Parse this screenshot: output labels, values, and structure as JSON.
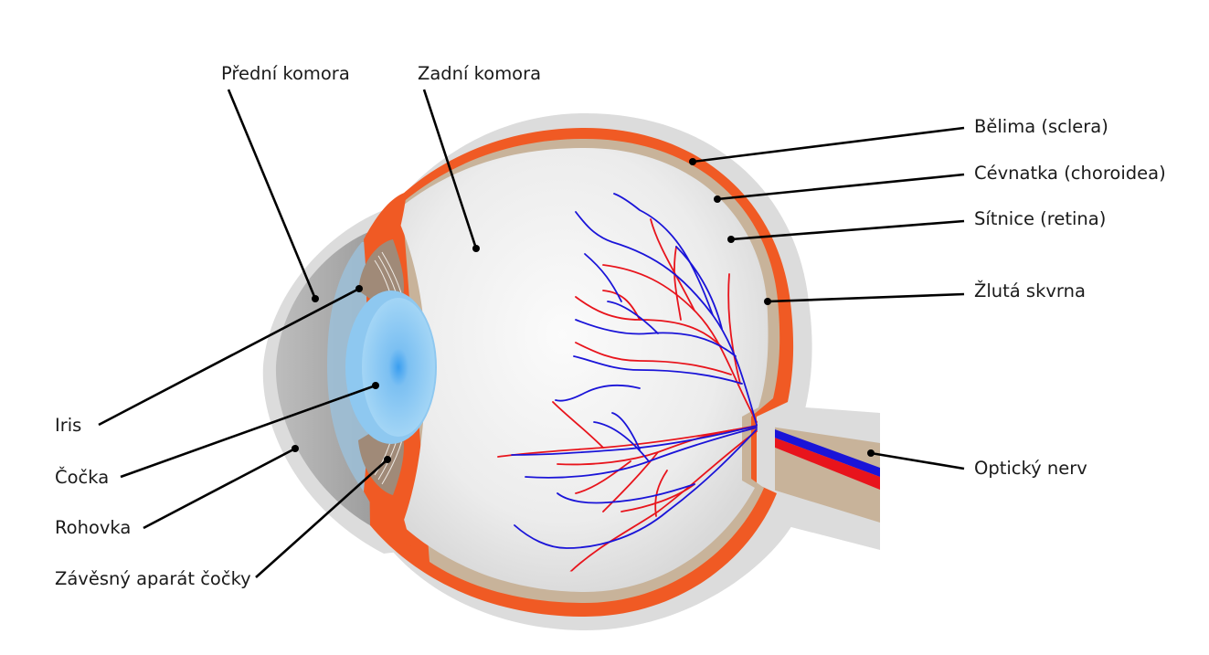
{
  "labels": {
    "anterior_chamber": "Přední komora",
    "posterior_chamber": "Zadní komora",
    "sclera": "Bělima (sclera)",
    "choroid": "Cévnatka (choroidea)",
    "retina": "Sítnice (retina)",
    "macula": "Žlutá skvrna",
    "optic_nerve": "Optický nerv",
    "iris": "Iris",
    "lens": "Čočka",
    "cornea": "Rohovka",
    "zonule": "Závěsný aparát čočky"
  },
  "colors": {
    "sclera": "#dcdcdc",
    "choroid": "#f05a24",
    "retina": "#c8b39a",
    "vitreous": "#f2f2f2",
    "cornea": "#a5a5a5",
    "lens": "#8ec8f0",
    "iris": "#a08a78",
    "artery": "#e8141c",
    "vein": "#1a14d8",
    "leader": "#000000"
  }
}
